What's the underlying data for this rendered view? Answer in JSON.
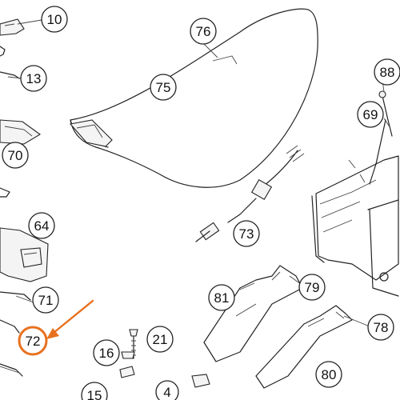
{
  "diagram": {
    "callouts": [
      {
        "id": "c10",
        "label": "10"
      },
      {
        "id": "c13",
        "label": "13"
      },
      {
        "id": "c70",
        "label": "70"
      },
      {
        "id": "c64",
        "label": "64"
      },
      {
        "id": "c71",
        "label": "71"
      },
      {
        "id": "c72",
        "label": "72",
        "highlighted": true
      },
      {
        "id": "c76",
        "label": "76"
      },
      {
        "id": "c75",
        "label": "75"
      },
      {
        "id": "c88",
        "label": "88"
      },
      {
        "id": "c69",
        "label": "69"
      },
      {
        "id": "c73",
        "label": "73"
      },
      {
        "id": "c81",
        "label": "81"
      },
      {
        "id": "c79",
        "label": "79"
      },
      {
        "id": "c78",
        "label": "78"
      },
      {
        "id": "c21",
        "label": "21"
      },
      {
        "id": "c16",
        "label": "16"
      },
      {
        "id": "c80",
        "label": "80"
      },
      {
        "id": "c15",
        "label": "15"
      },
      {
        "id": "c4",
        "label": "4"
      }
    ],
    "highlight_color": "#e8711f",
    "line_color": "#222222"
  }
}
